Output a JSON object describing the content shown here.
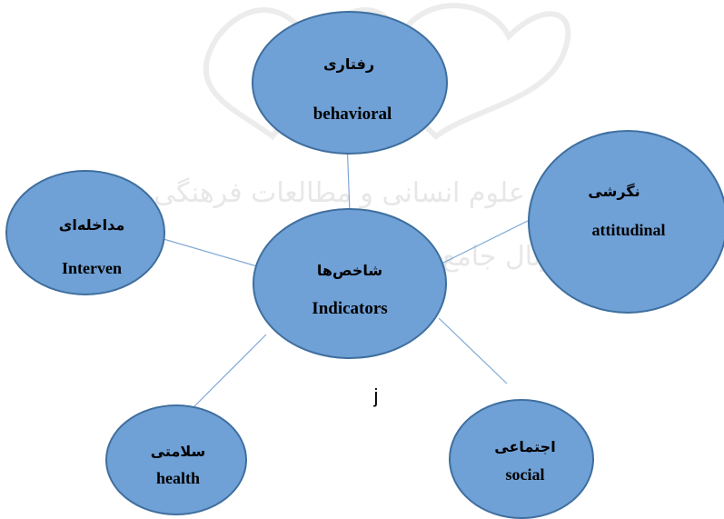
{
  "watermark": {
    "line1": "پژوهشگاه علوم انسانی و مطالعات فرهنگی",
    "line2": "پرتال جامع علوم انسانی"
  },
  "center": {
    "label_fa": "شاخص‌ها",
    "label_en": "Indicators"
  },
  "nodes": {
    "behavioral": {
      "label_fa": "رفتاری",
      "label_en": "behavioral"
    },
    "attitudinal": {
      "label_fa": "نگرشی",
      "label_en": "attitudinal"
    },
    "interventional": {
      "label_fa": "مداخله‌ای",
      "label_en": "Interven"
    },
    "health": {
      "label_fa": "سلامتی",
      "label_en": "health"
    },
    "social": {
      "label_fa": "اجتماعی",
      "label_en": "social"
    }
  },
  "stray_text": "j",
  "colors": {
    "node_fill": "#6fa0d6",
    "node_stroke": "#3f6f9e",
    "connector": "#7fa8d6"
  }
}
